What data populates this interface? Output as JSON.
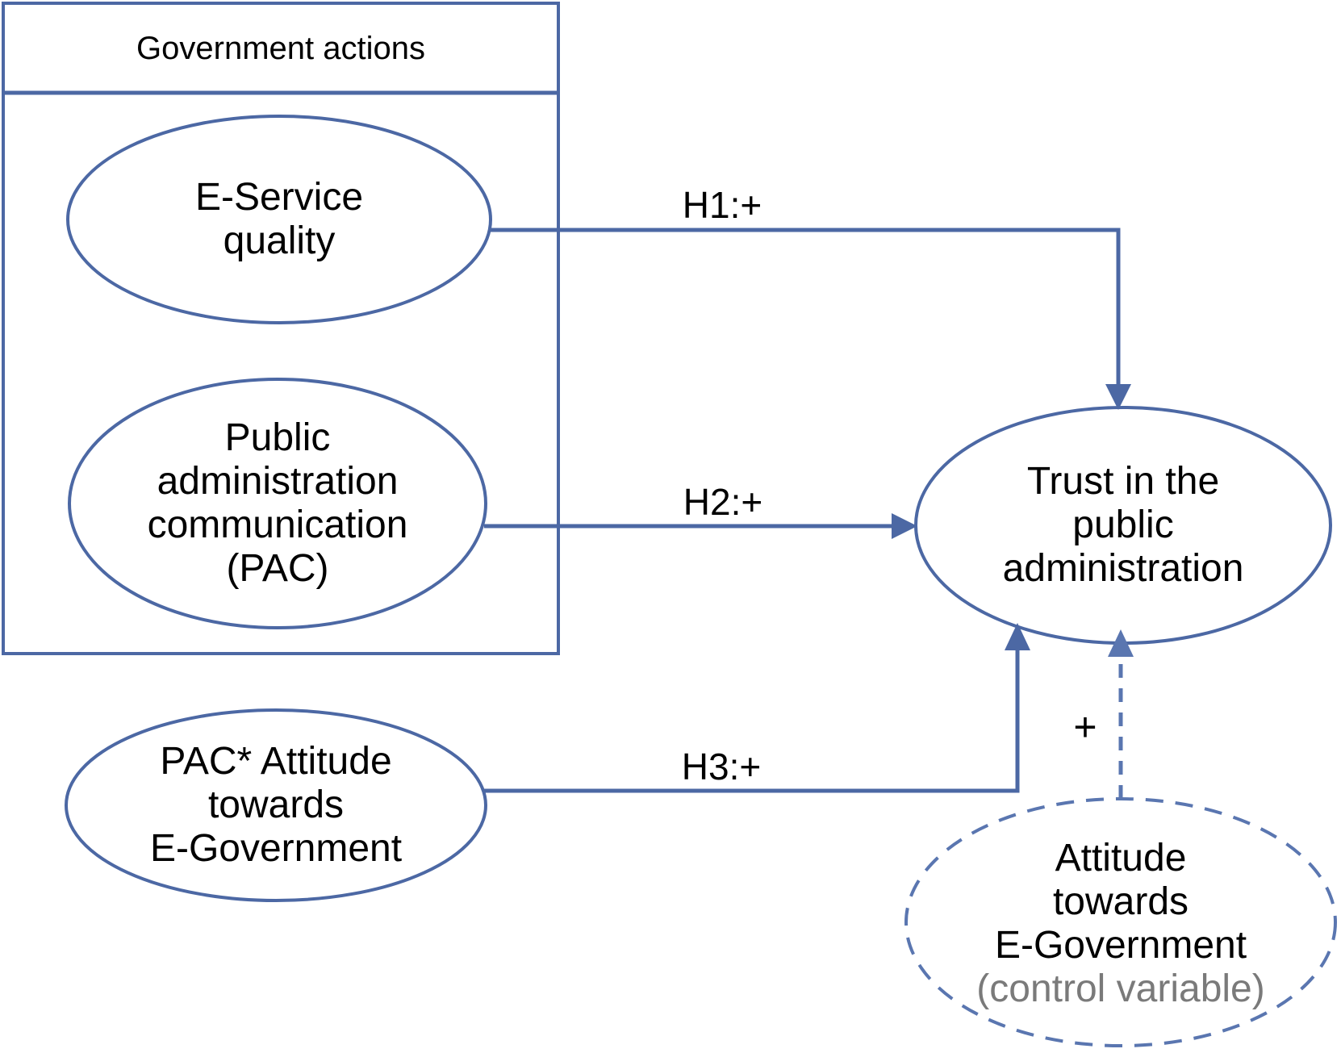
{
  "colors": {
    "stroke": "#4c68a4",
    "dashed_stroke": "#5a76b0",
    "text": "#000000",
    "note_text": "#7a7a7a",
    "background": "#ffffff"
  },
  "diagram": {
    "group_box": {
      "title": "Government actions"
    },
    "nodes": {
      "e_service": {
        "lines": [
          "E-Service",
          "quality"
        ]
      },
      "pac": {
        "lines": [
          "Public",
          "administration",
          "communication",
          "(PAC)"
        ]
      },
      "pac_attitude": {
        "lines": [
          "PAC* Attitude",
          "towards",
          "E-Government"
        ]
      },
      "trust": {
        "lines": [
          "Trust in the",
          "public",
          "administration"
        ]
      },
      "attitude_control": {
        "lines": [
          "Attitude",
          "towards",
          "E-Government"
        ],
        "note": "(control variable)"
      }
    },
    "edges": {
      "h1": {
        "label": "H1:+"
      },
      "h2": {
        "label": "H2:+"
      },
      "h3": {
        "label": "H3:+"
      },
      "control": {
        "label": "+"
      }
    }
  }
}
